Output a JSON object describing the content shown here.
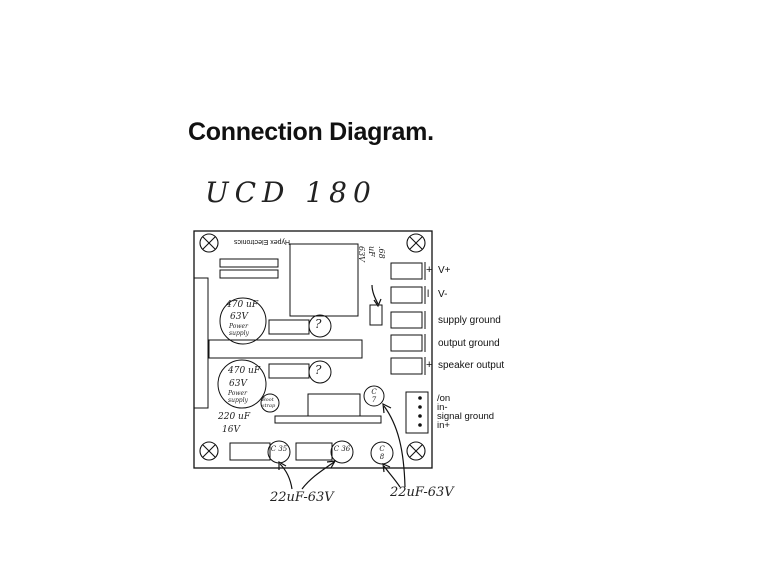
{
  "title": "Connection Diagram.",
  "handwritten": {
    "model": "UCD 180",
    "cap_left_top": "470 uF",
    "cap_left_top_v": "63V",
    "cap_left_top_note": "Power supply",
    "cap_left_bottom": "470 uF",
    "cap_left_bottom_v": "63V",
    "cap_left_bottom_note": "Power supply",
    "small_cap_top": ".68 uF 63V",
    "cap_small_left": "220 uF",
    "cap_small_left_v": "16V",
    "boot_strap": "Boot strap",
    "c7": "C 7",
    "c8": "C 8",
    "c35": "C 35",
    "c36": "C 36",
    "q1": "?",
    "q2": "?",
    "bottom_left_note": "22uF-63V",
    "bottom_right_note": "22uF-63V"
  },
  "board": {
    "brand": "Hypex Electronics"
  },
  "connectors": {
    "v_plus": "V+",
    "v_minus": "V-",
    "supply_ground": "supply ground",
    "output_ground": "output ground",
    "speaker_output": "speaker output",
    "plus_sign": "+",
    "minus_sign": "l",
    "speaker_plus": "+"
  },
  "signal": {
    "on": "/on",
    "in_minus": "in-",
    "signal_ground": "signal ground",
    "in_plus": "in+"
  }
}
